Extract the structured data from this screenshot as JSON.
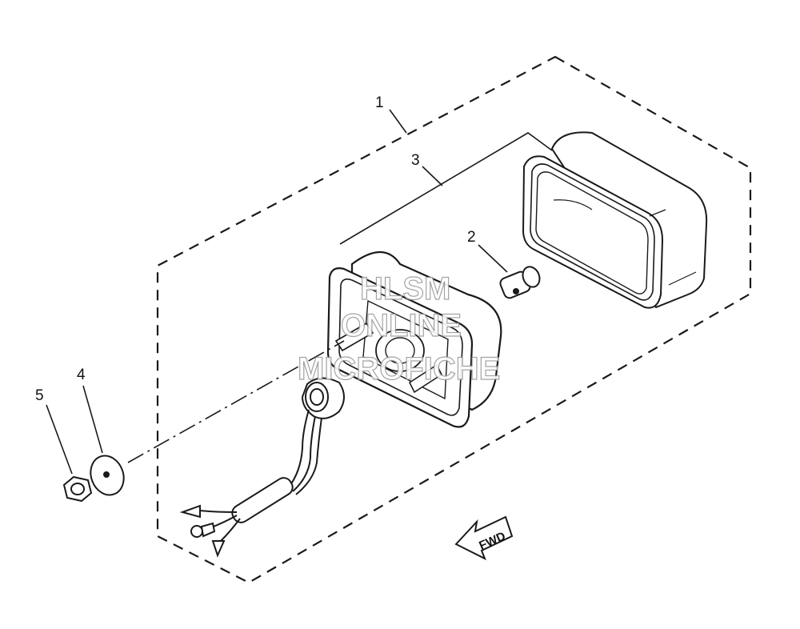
{
  "diagram": {
    "callouts": [
      {
        "id": "part-1",
        "label": "1"
      },
      {
        "id": "part-2",
        "label": "2"
      },
      {
        "id": "part-3",
        "label": "3"
      },
      {
        "id": "part-4",
        "label": "4"
      },
      {
        "id": "part-5",
        "label": "5"
      }
    ],
    "direction_label": "FWD"
  },
  "watermark": {
    "line1": "HLSM",
    "line2": "ONLINE",
    "line3": "MICROFICHE"
  }
}
